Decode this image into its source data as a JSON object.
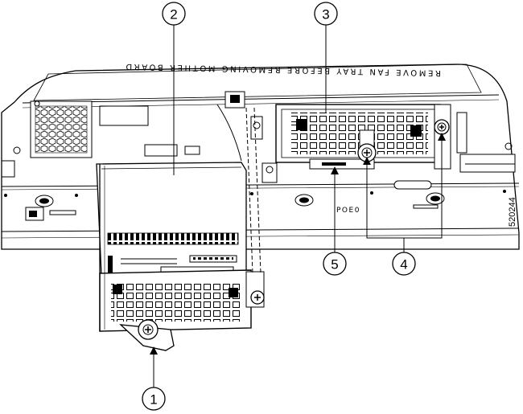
{
  "figure_id": "520244",
  "chassis_label": "REMOVE FAN TRAY BEFORE REMOVING MOTHER BOARD",
  "port_label": "POE0",
  "callouts": [
    {
      "num": "1"
    },
    {
      "num": "2"
    },
    {
      "num": "3"
    },
    {
      "num": "4"
    },
    {
      "num": "5"
    }
  ]
}
